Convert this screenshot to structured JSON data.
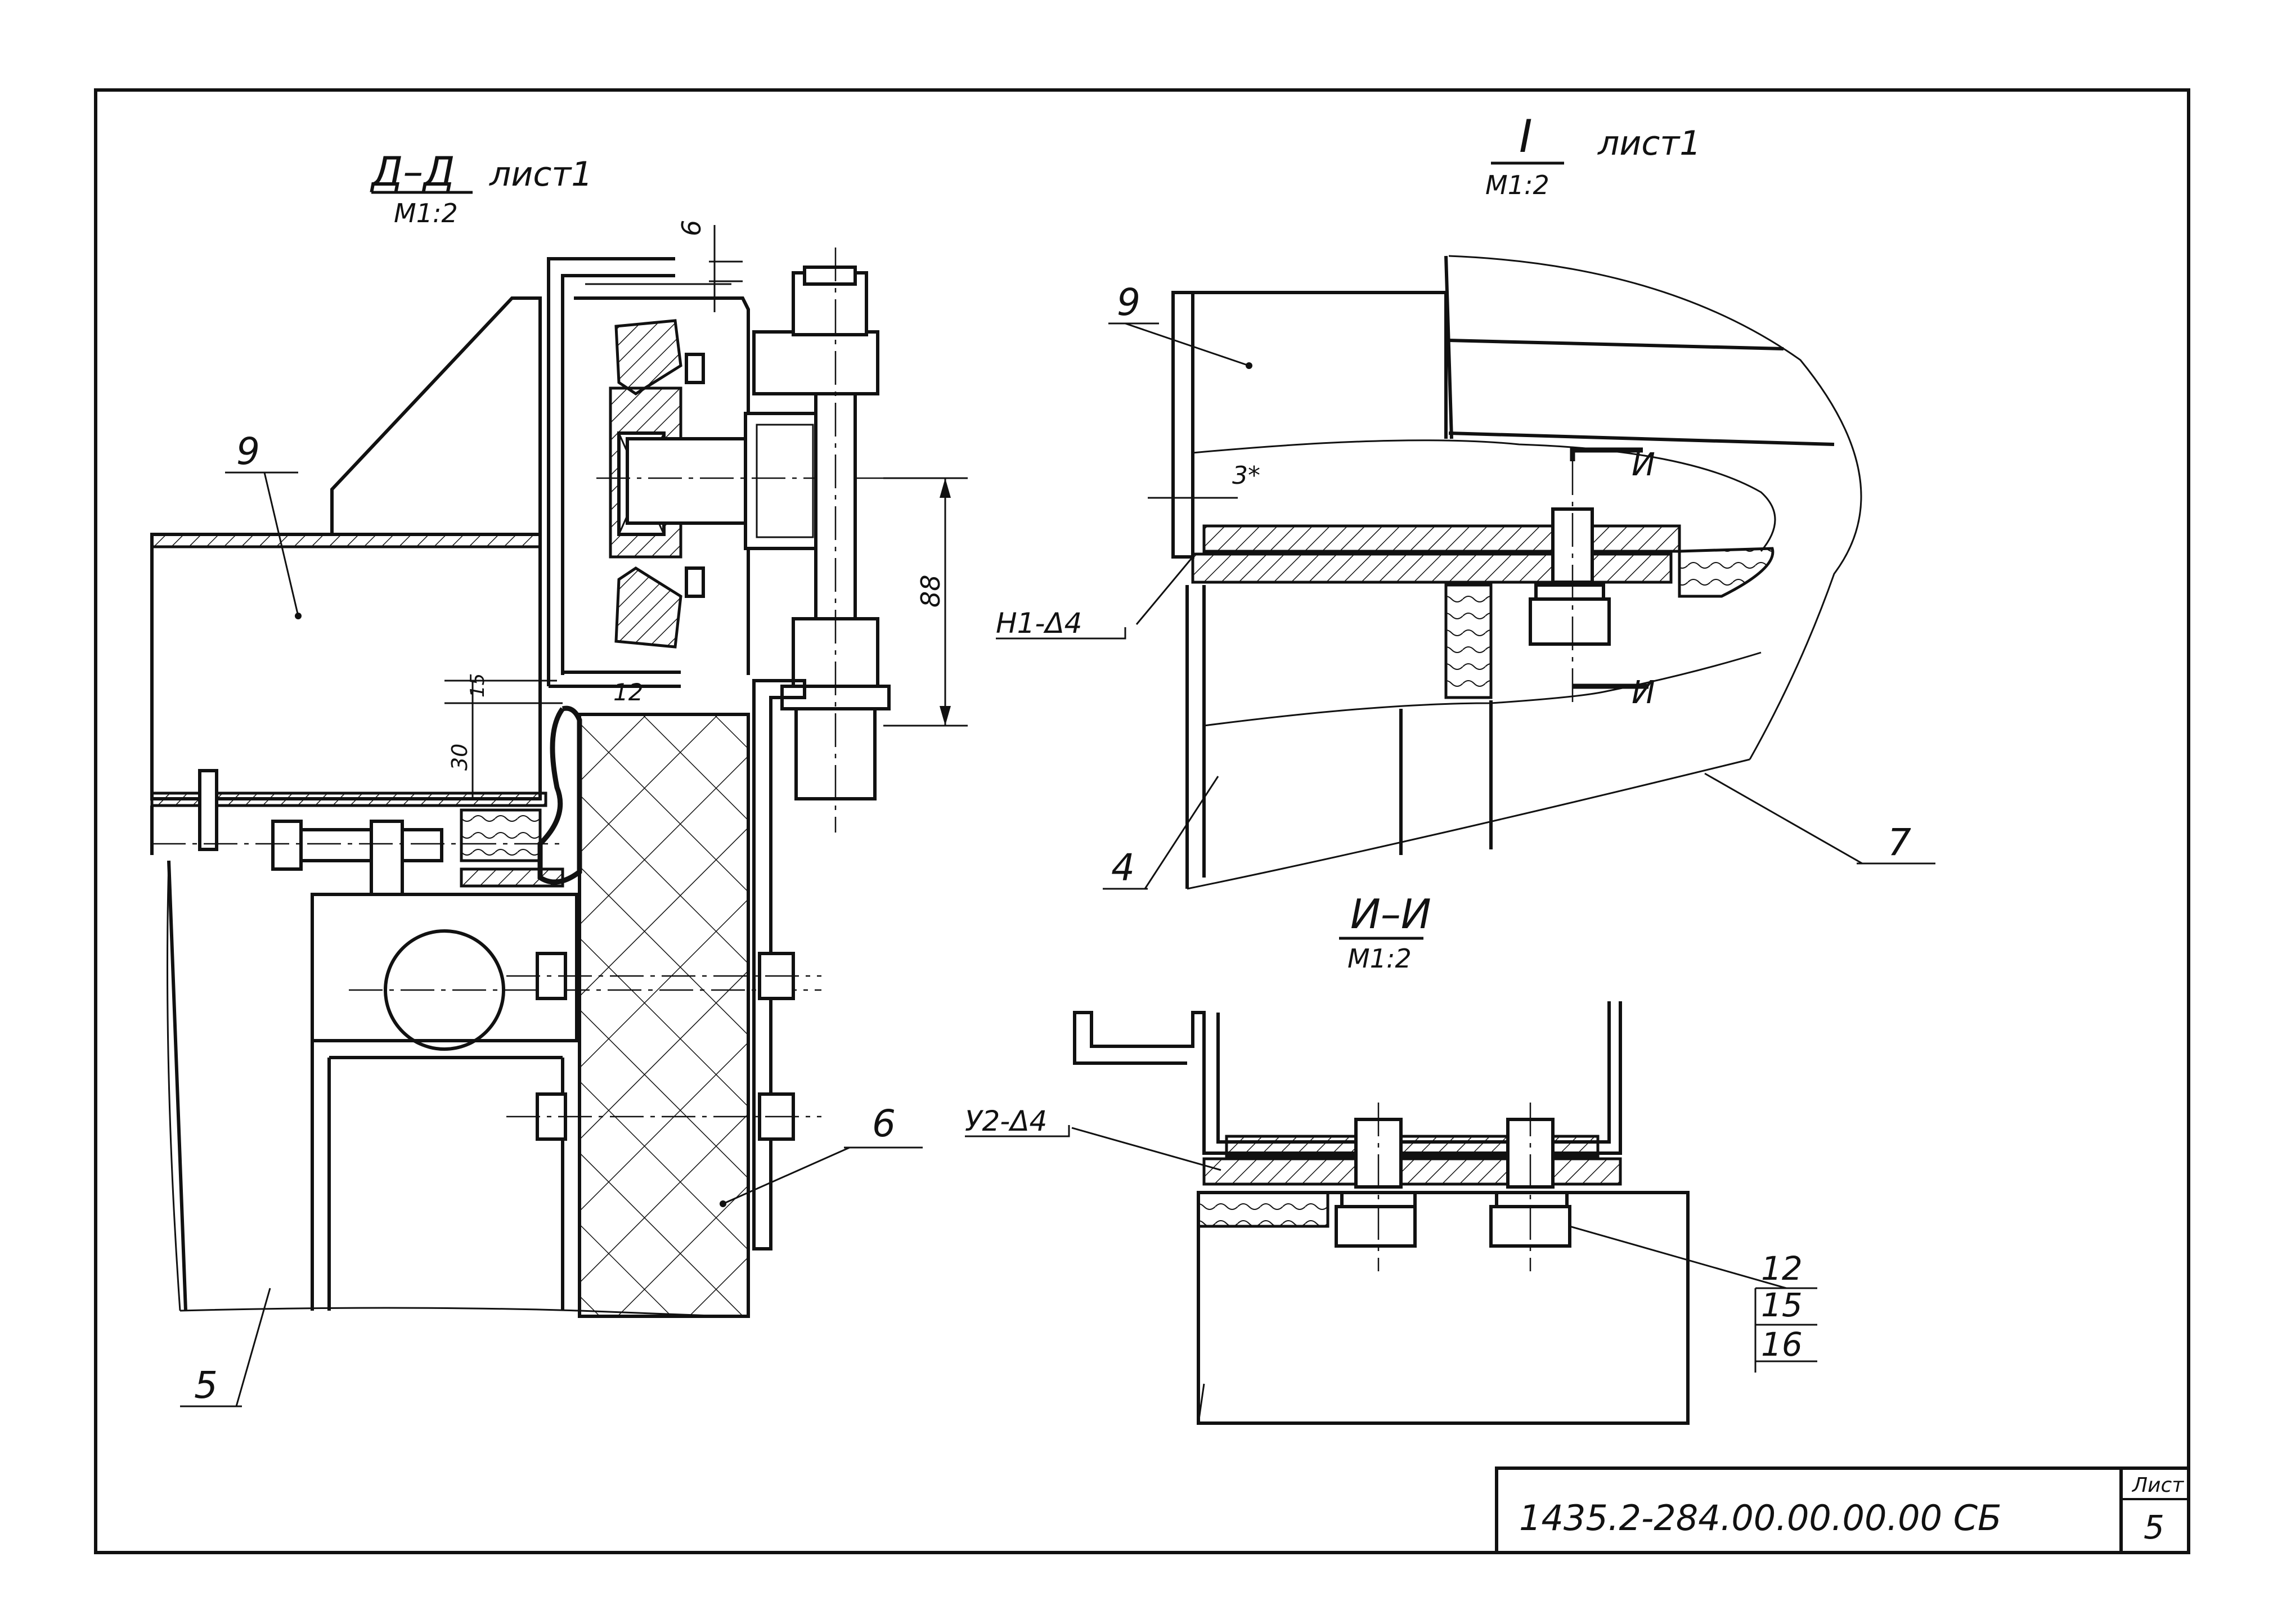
{
  "sheet": {
    "designation": "1435.2-284.00.00.00.00 СБ",
    "sheet_label": "Лист",
    "sheet_number": "5"
  },
  "views": {
    "section_dd": {
      "title": "Д–Д",
      "ref": "лист1",
      "scale": "М1:2"
    },
    "detail_1": {
      "title": "I",
      "ref": "лист1",
      "scale": "М1:2"
    },
    "section_ii": {
      "title": "И–И",
      "scale": "М1:2"
    }
  },
  "dimensions": {
    "d6": "6",
    "d88": "88",
    "d12": "12",
    "d15": "15",
    "d30": "30",
    "d3": "3*"
  },
  "callouts": {
    "p9_left": "9",
    "p5": "5",
    "p6": "6",
    "p9_right": "9",
    "p4": "4",
    "p7": "7",
    "weld_h1": "Н1-Δ4",
    "weld_u2": "У2-Δ4",
    "cut_mark": "И",
    "p12": "12",
    "p15": "15",
    "p16": "16"
  }
}
